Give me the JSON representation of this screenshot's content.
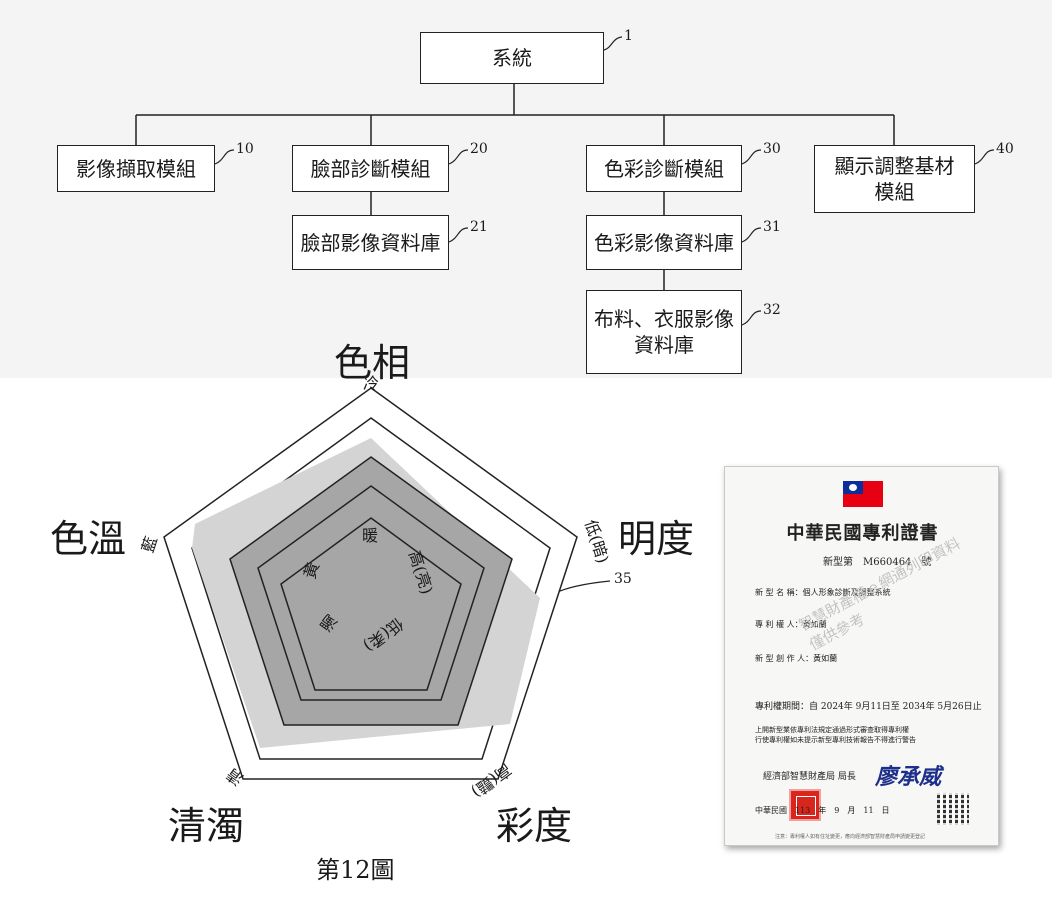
{
  "diagram": {
    "boxes": {
      "system": "系統",
      "image_capture": "影像擷取模組",
      "face_diagnosis": "臉部診斷模組",
      "face_db": "臉部影像資料庫",
      "color_diagnosis": "色彩診斷模組",
      "color_db": "色彩影像資料庫",
      "fabric_db": "布料、衣服影像\n資料庫",
      "display_base": "顯示調整基材\n模組"
    },
    "refs": {
      "system": "1",
      "image_capture": "10",
      "face_diagnosis": "20",
      "face_db": "21",
      "color_diagnosis": "30",
      "color_db": "31",
      "fabric_db": "32",
      "display_base": "40",
      "radar": "35"
    }
  },
  "radar": {
    "axes": {
      "hue": "色相",
      "brightness": "明度",
      "saturation": "彩度",
      "clarity": "清濁",
      "temperature": "色溫"
    },
    "ticks": {
      "hue_outer": "冷",
      "hue_inner": "暖",
      "brightness_outer": "低(暗)",
      "brightness_inner": "高(亮)",
      "saturation_outer": "高(豔)",
      "saturation_inner": "低(柔)",
      "clarity_outer": "清",
      "clarity_inner": "濁",
      "temperature_outer": "藍",
      "temperature_inner": "黃"
    },
    "caption": "第12圖"
  },
  "certificate": {
    "title": "中華民國專利證書",
    "patent_no": "新型第　M660464　號",
    "name_line": "新 型 名 稱：個人形象診斷及調整系統",
    "patentee_line": "專 利 權 人：黃如蘭",
    "creator_line": "新 型 創 作 人：黃如蘭",
    "term_line": "專利權期間：自 2024年 9月11日至 2034年 5月26日止",
    "notice_line1": "上開新型業依專利法規定通過形式審查取得專利權",
    "notice_line2": "行使專利權如未提示新型專利技術報告不得進行警告",
    "watermark": "智慧財產權ｅ網通列印資料\n僅供參考",
    "office_line": "經濟部智慧財產局 局長",
    "signature": "廖承威",
    "date_line": "中華民國　113　年　9　月　11　日",
    "footer_line": "注意：專利權人如有住址變更，應向經濟部智慧財產局申請變更登記"
  }
}
